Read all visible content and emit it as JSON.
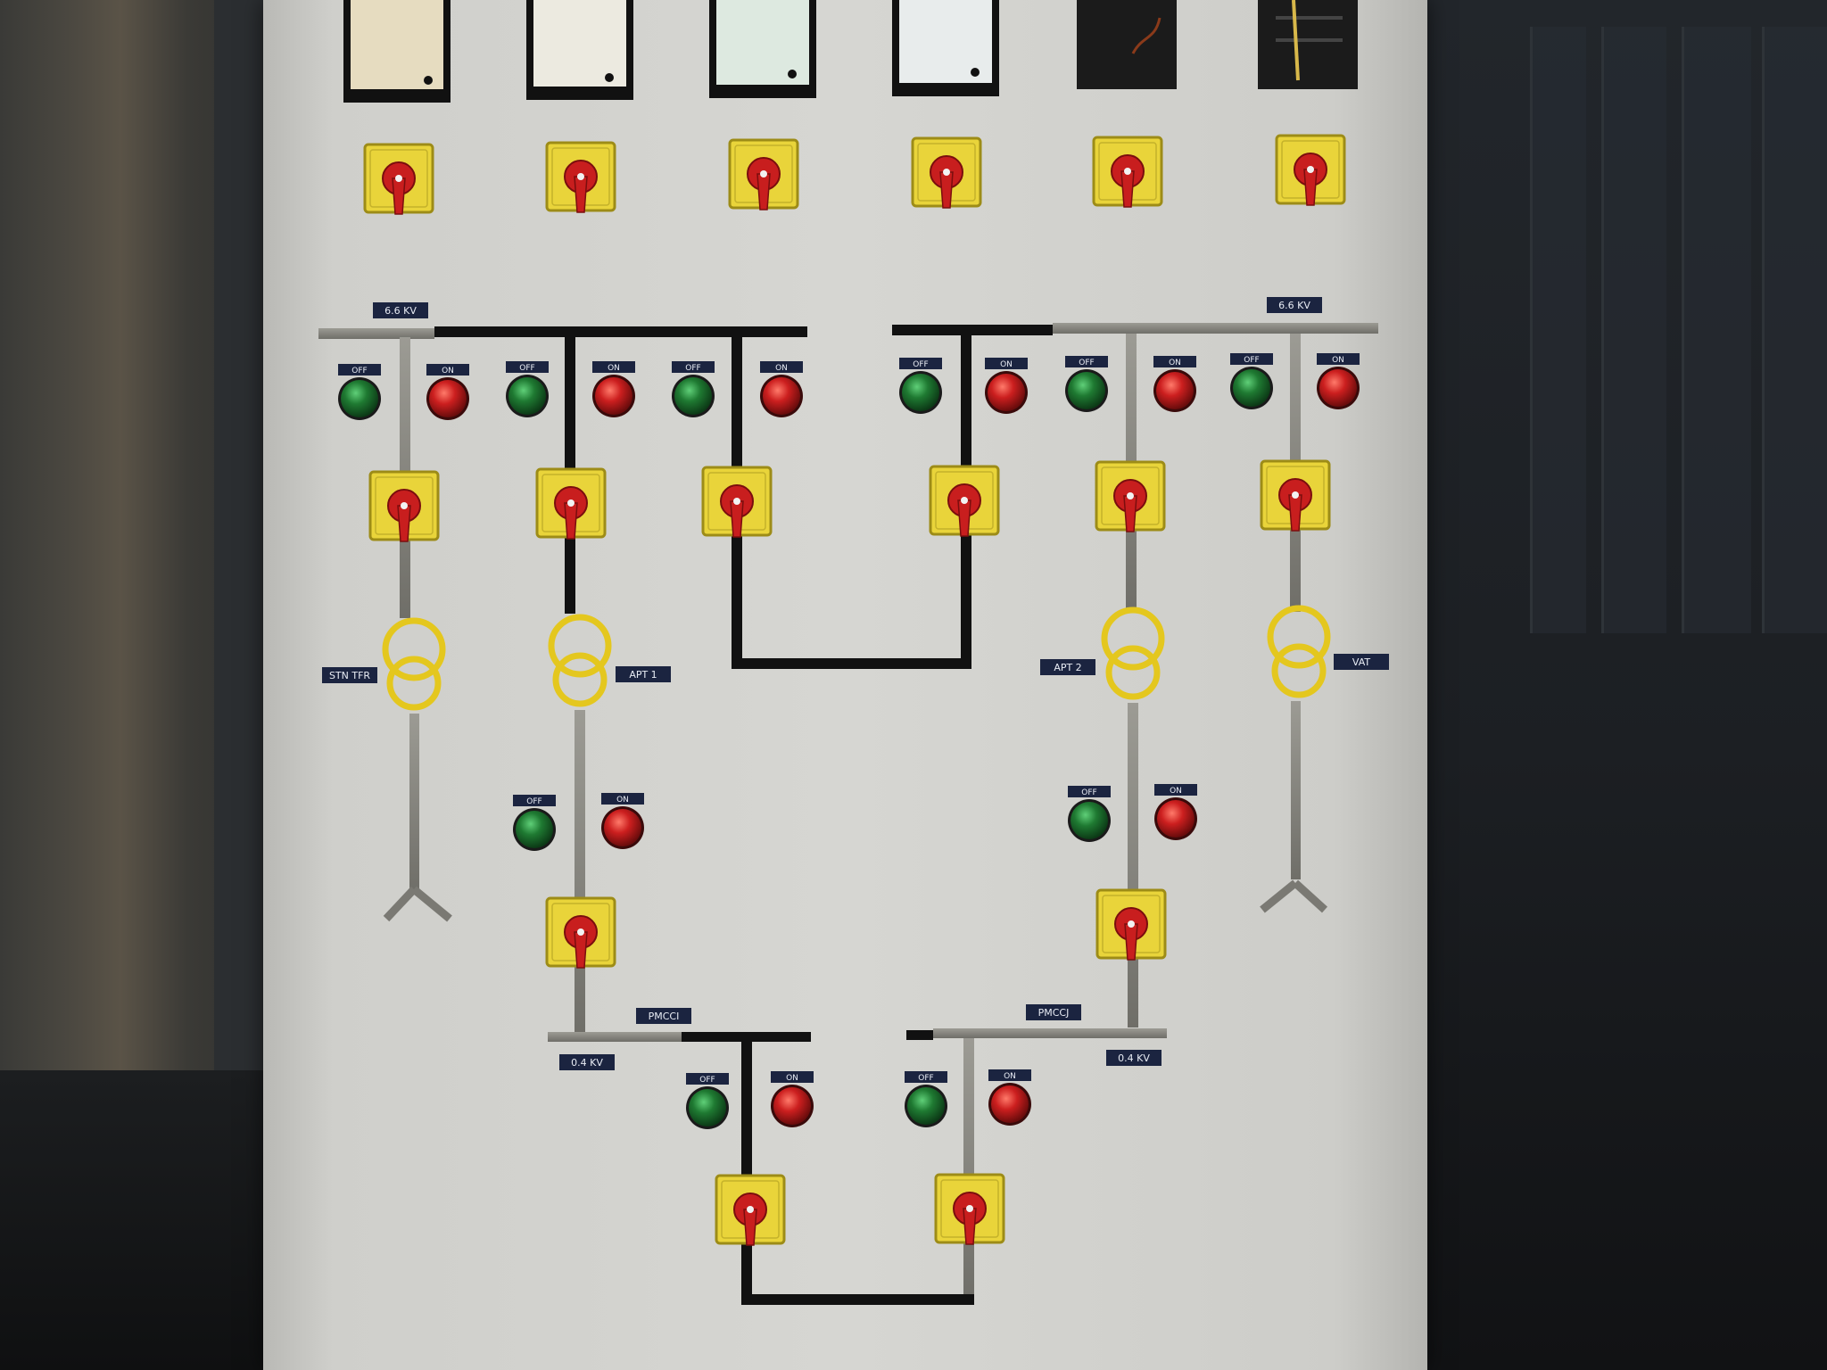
{
  "labels": {
    "bus_hv_left": "6.6 KV",
    "bus_hv_right": "6.6 KV",
    "transformer_1": "STN TFR",
    "transformer_2": "APT 1",
    "transformer_3": "APT 2",
    "transformer_4": "VAT",
    "bus_lv_left_name": "PMCCI",
    "bus_lv_right_name": "PMCCJ",
    "bus_lv_left_voltage": "0.4 KV",
    "bus_lv_right_voltage": "0.4 KV"
  },
  "indicator_labels": {
    "off": "OFF",
    "on": "ON"
  },
  "colors": {
    "panel": "#d6d6d2",
    "busbar_black": "#111111",
    "busbar_silver": "#8a8a86",
    "switch_yellow": "#e9d43a",
    "knob_red": "#c81e1e",
    "lamp_green": "#1f7a32",
    "lamp_red": "#cc1f1f",
    "tag_blue": "#1b2440"
  }
}
